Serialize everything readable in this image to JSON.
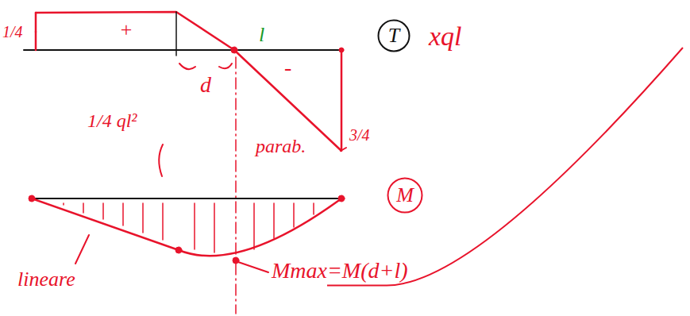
{
  "diagram": {
    "nodes": [
      {
        "text": [
          "T"
        ]
      },
      {
        "text": [
          "M"
        ]
      }
    ],
    "labels": [
      "1/4",
      "+",
      "xql",
      "d",
      "l",
      "-",
      "3/4",
      "1/4 ql²",
      "parab.",
      "lineare",
      "Mmax=M(d+l)"
    ]
  }
}
